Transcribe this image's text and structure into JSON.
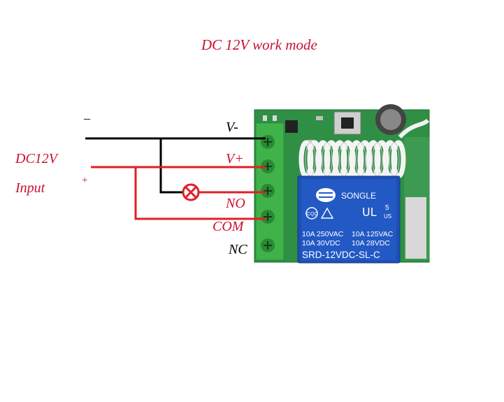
{
  "title": "DC 12V  work mode",
  "input": {
    "voltage": "DC12V",
    "label": "Input",
    "minus": "–",
    "plus": "+"
  },
  "terminals": {
    "v_minus": "V-",
    "v_plus": "V+",
    "no": "NO",
    "com": "COM",
    "nc": "NC"
  },
  "relay": {
    "brand": "SONGLE",
    "cert_left": "CQC",
    "cert_right": "US",
    "cert_num": "5",
    "rating_line1_left": "10A 250VAC",
    "rating_line1_right": "10A 125VAC",
    "rating_line2_left": "10A 30VDC",
    "rating_line2_right": "10A 28VDC",
    "model": "SRD-12VDC-SL-C"
  },
  "colors": {
    "label_red": "#c8102e",
    "wire_red": "#e01f26",
    "wire_black": "#000000",
    "pcb_green": "#2f8f45",
    "relay_blue": "#1d4fb3",
    "terminal_green": "#3fb34a"
  }
}
